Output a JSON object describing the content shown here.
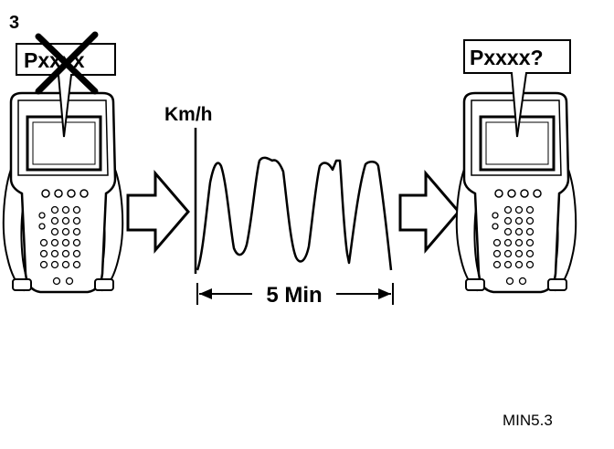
{
  "step_number": "3",
  "left_callout": "Pxxxx",
  "right_callout": "Pxxxx?",
  "graph": {
    "y_axis_label": "Km/h",
    "duration_label": "5 Min"
  },
  "figure_code": "MIN5.3"
}
